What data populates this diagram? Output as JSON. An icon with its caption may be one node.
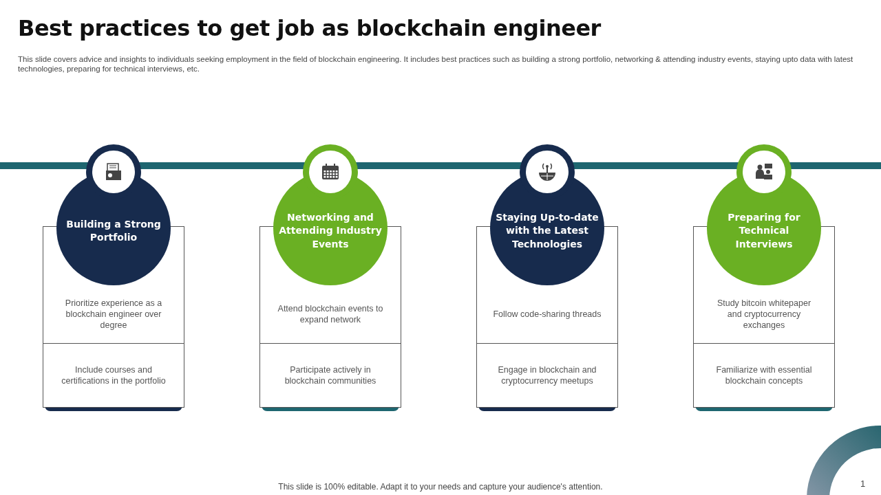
{
  "diagram": {
    "title": "Best practices to get job as blockchain engineer",
    "nodes": [
      {
        "text": [
          "Building a Strong Portfolio"
        ]
      },
      {
        "text": [
          "Prioritize experience as a blockchain engineer over degree"
        ]
      },
      {
        "text": [
          "Include courses and certifications in the portfolio"
        ]
      },
      {
        "text": [
          "Networking and Attending Industry Events"
        ]
      },
      {
        "text": [
          "Attend blockchain events to expand network"
        ]
      },
      {
        "text": [
          "Participate actively in blockchain communities"
        ]
      },
      {
        "text": [
          "Staying Up-to-date with the Latest Technologies"
        ]
      },
      {
        "text": [
          "Follow code-sharing threads"
        ]
      },
      {
        "text": [
          "Engage in blockchain and cryptocurrency meetups"
        ]
      },
      {
        "text": [
          "Preparing for Technical Interviews"
        ]
      },
      {
        "text": [
          "Study bitcoin whitepaper and cryptocurrency exchanges"
        ]
      },
      {
        "text": [
          "Familiarize with essential blockchain concepts"
        ]
      }
    ],
    "labels": [
      "This slide covers advice and insights to individuals seeking employment in the field of blockchain engineering. It includes best practices such as building a strong portfolio, networking & attending industry events, staying upto data with latest technologies, preparing for technical interviews, etc.",
      "This slide is 100% editable. Adapt it to your needs and capture your audience's attention.",
      "1"
    ]
  }
}
